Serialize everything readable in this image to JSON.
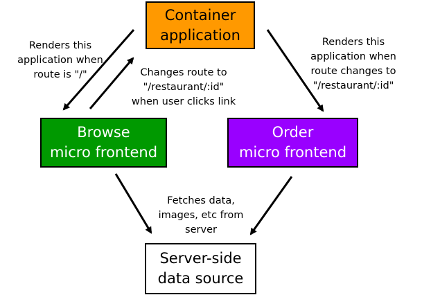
{
  "colors": {
    "container": "#FF9900",
    "browse": "#009900",
    "order": "#9900FF",
    "server": "#FFFFFF",
    "arrow": "#000000"
  },
  "boxes": {
    "container": {
      "line1": "Container",
      "line2": "application"
    },
    "browse": {
      "line1": "Browse",
      "line2": "micro frontend"
    },
    "order": {
      "line1": "Order",
      "line2": "micro frontend"
    },
    "server": {
      "line1": "Server-side",
      "line2": "data source"
    }
  },
  "labels": {
    "renders_root": [
      "Renders this",
      "application when",
      "route is \"/\""
    ],
    "changes_route": [
      "Changes route to",
      "\"/restaurant/:id\"",
      "when user clicks link"
    ],
    "renders_restaurant": [
      "Renders this",
      "application when",
      "route changes to",
      "\"/restaurant/:id\""
    ],
    "fetches": [
      "Fetches data,",
      "images, etc from",
      "server"
    ]
  }
}
